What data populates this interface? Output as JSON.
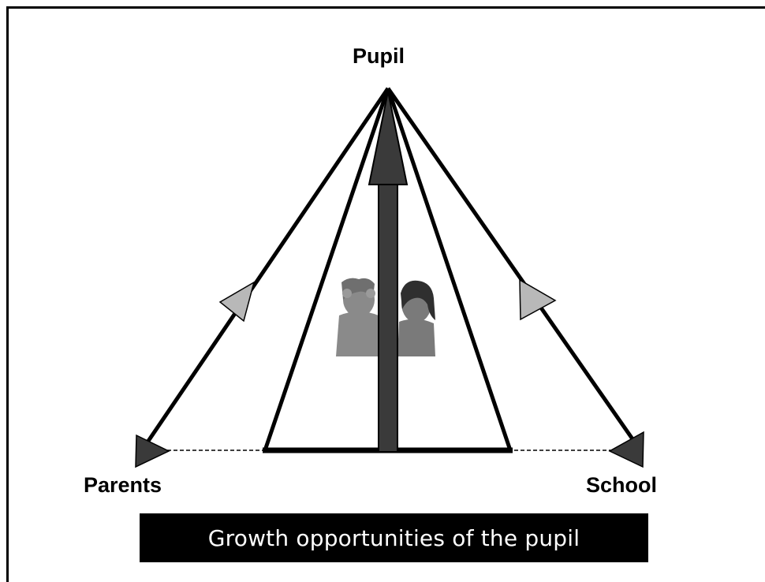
{
  "diagram": {
    "top_label": "Pupil",
    "bottom_left_label": "Parents",
    "bottom_right_label": "School",
    "caption": "Growth opportunities of the pupil",
    "image_content": "two children"
  },
  "colors": {
    "outline": "#000000",
    "dark_arrow": "#3a3a3a",
    "light_arrowhead": "#b8b8b8",
    "children_image": "#8a8a8a",
    "caption_background": "#000000",
    "caption_text": "#ffffff"
  }
}
